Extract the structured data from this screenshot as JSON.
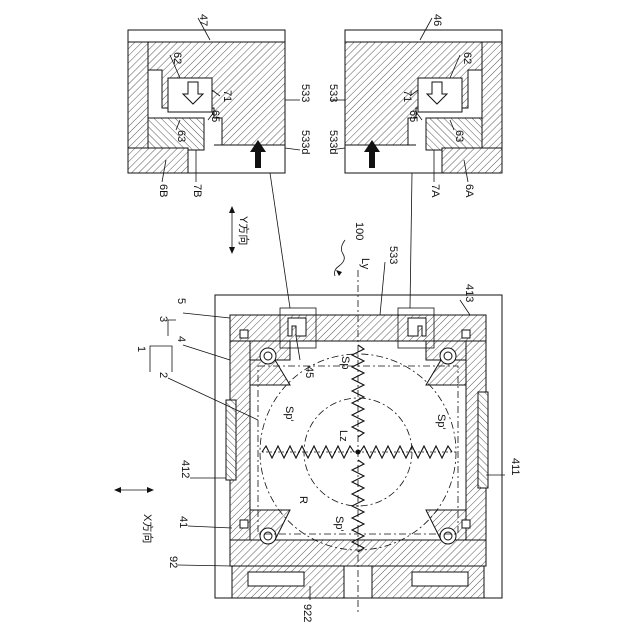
{
  "labels": {
    "l47": "47",
    "l46": "46",
    "l62a": "62",
    "l62b": "62",
    "l71a": "71",
    "l71b": "71",
    "l65a": "65",
    "l65b": "65",
    "l63a": "63",
    "l63b": "63",
    "l533a": "533",
    "l533b": "533",
    "l533c": "533",
    "l533d_a": "533d",
    "l533d_b": "533d",
    "l6B": "6B",
    "l7B": "7B",
    "l7A": "7A",
    "l6A": "6A",
    "y_dir": "Y方向",
    "x_dir": "X方向",
    "l100": "100",
    "lLy": "Ly",
    "lLz": "Lz",
    "l1": "1",
    "l2": "2",
    "l3": "3",
    "l4": "4",
    "l5": "5",
    "l41": "41",
    "l92": "92",
    "l922": "922",
    "l45": "45",
    "l412": "412",
    "l411": "411",
    "l413": "413",
    "lSp1": "Sp",
    "lSp2": "Sp'",
    "lSp3": "Sp'",
    "lSp4": "Sp'",
    "lR": "R"
  }
}
